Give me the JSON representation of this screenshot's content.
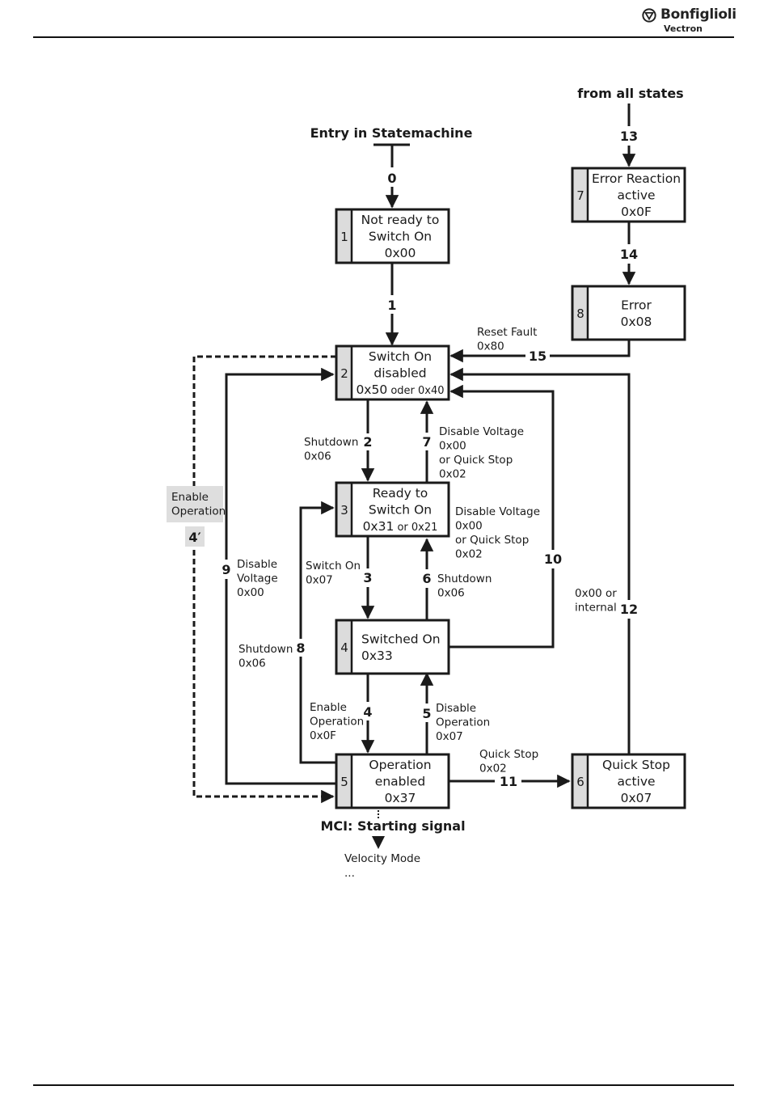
{
  "header": {
    "brand": "Bonfiglioli",
    "sub_brand": "Vectron",
    "logo_icon": "bonfiglioli-triangle-icon"
  },
  "diagram": {
    "entry_label": "Entry in Statemachine",
    "from_all_label": "from all states",
    "mci_label": "MCI: Starting signal",
    "mci_target": "Velocity Mode",
    "mci_more": "...",
    "states": [
      {
        "id": "1",
        "lines": [
          "Not ready to",
          "Switch On",
          "0x00"
        ]
      },
      {
        "id": "2",
        "lines": [
          "Switch On",
          "disabled"
        ],
        "code": "0x50",
        "code_sep": "oder",
        "code_alt": "0x40"
      },
      {
        "id": "3",
        "lines": [
          "Ready to",
          "Switch On"
        ],
        "code": "0x31",
        "code_sep": "or",
        "code_alt": "0x21"
      },
      {
        "id": "4",
        "lines": [
          "Switched On",
          "0x33"
        ]
      },
      {
        "id": "5",
        "lines": [
          "Operation",
          "enabled",
          "0x37"
        ]
      },
      {
        "id": "6",
        "lines": [
          "Quick Stop",
          "active",
          "0x07"
        ]
      },
      {
        "id": "7",
        "lines": [
          "Error Reaction",
          "active",
          "0x0F"
        ]
      },
      {
        "id": "8",
        "lines": [
          "Error",
          "0x08"
        ]
      }
    ],
    "transitions": [
      {
        "num": "0",
        "label": []
      },
      {
        "num": "1",
        "label": []
      },
      {
        "num": "2",
        "label": [
          "Shutdown",
          "0x06"
        ]
      },
      {
        "num": "3",
        "label": [
          "Switch On",
          "0x07"
        ]
      },
      {
        "num": "4",
        "label": [
          "Enable",
          "Operation",
          "0x0F"
        ]
      },
      {
        "num": "5",
        "label": [
          "Disable",
          "Operation",
          "0x07"
        ]
      },
      {
        "num": "6",
        "label": [
          "Shutdown",
          "0x06"
        ]
      },
      {
        "num": "7",
        "label": [
          "Disable Voltage",
          "0x00",
          "or Quick Stop",
          "0x02"
        ]
      },
      {
        "num": "8",
        "label": [
          "Shutdown",
          "0x06"
        ]
      },
      {
        "num": "9",
        "label": [
          "Disable",
          "Voltage",
          "0x00"
        ]
      },
      {
        "num": "10",
        "label": [
          "Disable Voltage",
          "0x00",
          "or Quick Stop",
          "0x02"
        ]
      },
      {
        "num": "11",
        "label": [
          "Quick Stop",
          "0x02"
        ]
      },
      {
        "num": "12",
        "label": [
          "0x00 or",
          "internal"
        ]
      },
      {
        "num": "13",
        "label": []
      },
      {
        "num": "14",
        "label": []
      },
      {
        "num": "15",
        "label": [
          "Reset Fault",
          "0x80"
        ]
      },
      {
        "num": "4′",
        "label": [
          "Enable",
          "Operation"
        ]
      }
    ]
  },
  "colors": {
    "line": "#1a1a1a",
    "state_id_fill": "#dcdcdc",
    "optional_box_fill": "#dedede"
  }
}
